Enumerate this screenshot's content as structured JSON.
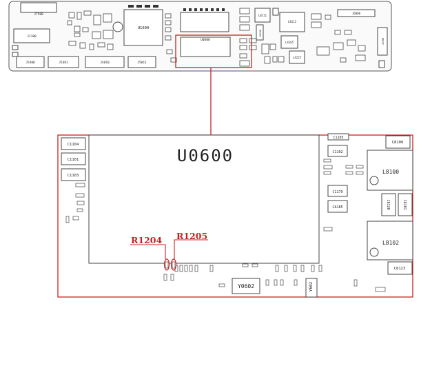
{
  "board": {
    "connectors": {
      "j7500": "J7500",
      "j1100": "J1100",
      "j5400": "J5400",
      "j5401": "J5401",
      "j4010": "J4010",
      "j5011": "J5011",
      "j3700": "J3700",
      "j6000": "J6000"
    },
    "chips": {
      "u1600": "U1600",
      "u0600_small": "U0600",
      "l8111": "L8111",
      "l8112": "L8112",
      "l4265": "L4265",
      "l4225": "L4225",
      "u4110": "U4110"
    }
  },
  "zoom": {
    "chip_label": "U0600",
    "components": {
      "c1104": "C1104",
      "c1101": "C1101",
      "c1103": "C1103",
      "c1105": "C1105",
      "c1102": "C1102",
      "c1179": "C1179",
      "ca185": "CA185",
      "c8100": "C8100",
      "l8100": "L8100",
      "c8120": "C8120",
      "c8101": "C8101",
      "l8102": "L8102",
      "c8123": "C8123",
      "y0602": "Y0602",
      "y0602_rot": "Y602"
    },
    "highlight": {
      "r1204": "R1204",
      "r1205": "R1205",
      "color": "#cc1f1f"
    }
  }
}
